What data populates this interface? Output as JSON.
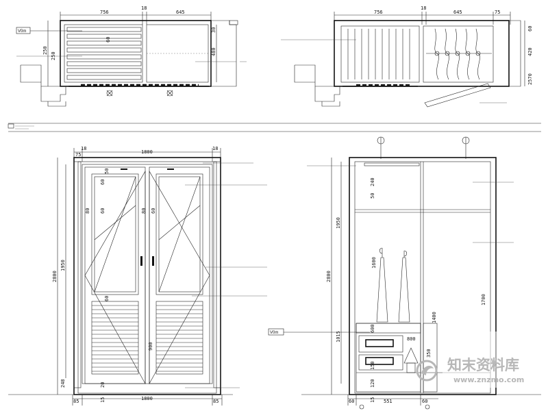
{
  "plan_left": {
    "dims_top": [
      "756",
      "18",
      "645"
    ],
    "dims_left": [
      "250"
    ],
    "dims_right": [
      "480",
      "30"
    ],
    "dims_inner": [
      "60",
      "250"
    ],
    "tag": "V0m"
  },
  "plan_right": {
    "dims_top": [
      "756",
      "18",
      "645",
      "75"
    ],
    "dims_right": [
      "60",
      "420",
      "2570"
    ]
  },
  "elev_left": {
    "dims_top": [
      "18",
      "1800",
      "18"
    ],
    "dims_top_sub": [
      "75"
    ],
    "dims_left": [
      "2800",
      "1950",
      "248"
    ],
    "dims_inner": [
      "60",
      "80",
      "60",
      "80",
      "60",
      "60",
      "50",
      "20",
      "15",
      "900"
    ],
    "dims_bottom": [
      "85",
      "1800",
      "85"
    ]
  },
  "elev_right": {
    "dims_top_v": [
      "240",
      "50"
    ],
    "dims_left": [
      "2800",
      "1950",
      "1015"
    ],
    "dims_inner": [
      "1600",
      "1400",
      "1700",
      "600",
      "350",
      "120",
      "800",
      "150",
      "15"
    ],
    "dims_bottom": [
      "60",
      "551",
      "60"
    ],
    "tag": "V0m"
  },
  "watermark": {
    "cn": "知末资料库",
    "url": "www.znzmo.com"
  }
}
